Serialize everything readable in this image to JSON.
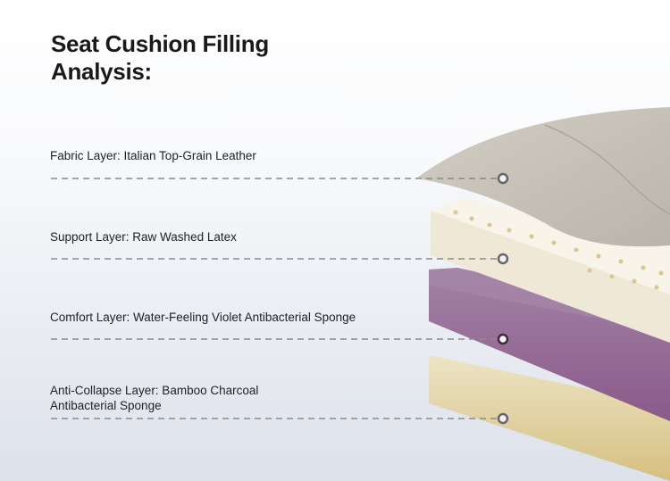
{
  "title_line1": "Seat Cushion Filling",
  "title_line2": "Analysis:",
  "layers": [
    {
      "label": "Fabric Layer: Italian Top-Grain Leather",
      "color": "#c9c5bb"
    },
    {
      "label": "Support Layer: Raw Washed Latex",
      "color": "#efe8d6"
    },
    {
      "label": "Comfort Layer: Water-Feeling Violet Antibacterial Sponge",
      "color": "#8c5c8c"
    },
    {
      "label_line1": "Anti-Collapse Layer: Bamboo Charcoal",
      "label_line2": "Antibacterial Sponge",
      "color": "#e0d2a6"
    }
  ]
}
